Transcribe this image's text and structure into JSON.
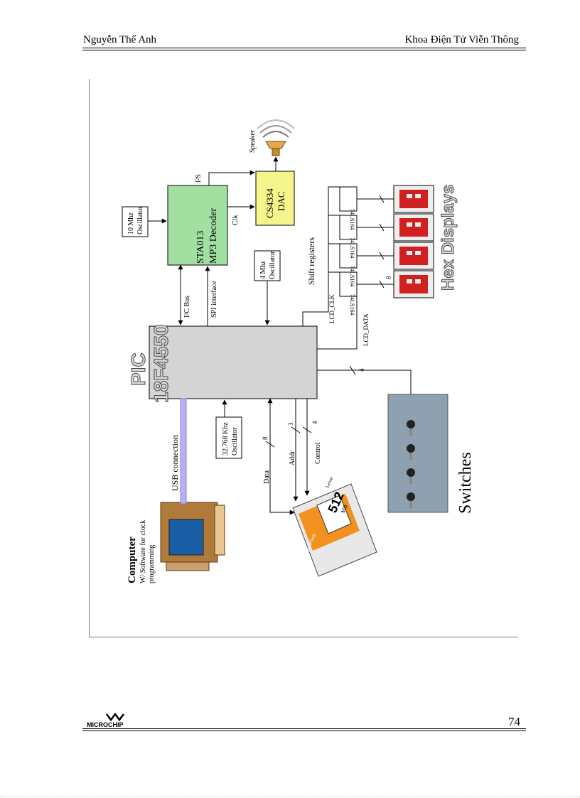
{
  "header": {
    "author": "Nguyễn Thế Anh",
    "department": "Khoa Điện Tử Viễn Thông"
  },
  "footer": {
    "logo_text": "MICROCHIP",
    "page_number": "74"
  },
  "diagram": {
    "pic_title": "PIC",
    "pic_model": "18F4550",
    "computer_title": "Computer",
    "computer_subtitle_1": "W/ Software for clock",
    "computer_subtitle_2": "programming",
    "usb_label": "USB connection",
    "osc32_line1": "32.768 Khz",
    "osc32_line2": "Oscillator",
    "osc10_line1": "10 Mhz",
    "osc10_line2": "Oscillator",
    "osc4_line1": "4 Mhz",
    "osc4_line2": "Oscillator",
    "sta_line1": "STA013",
    "sta_line2": "MP3 Decoder",
    "dac_line1": "CS4334",
    "dac_line2": "DAC",
    "speaker_label": "Speaker",
    "i2c_label": "I²C Bus",
    "spi_label": "SPI interface",
    "i2s_label": "I²S",
    "clk_label": "Clk",
    "shift_label": "Shift registers",
    "shift_chip": "74LS164",
    "lcd_clk": "LCD_CLK",
    "lcd_data": "LCD_DATA",
    "bus8": "8",
    "bus4": "4",
    "bus3": "3",
    "data_label": "Data",
    "addr_label": "Addr",
    "control_label": "Control",
    "hex_label": "Hex Displays",
    "switches_label": "Switches",
    "cf_brand": "CompactFlash",
    "cf_size": "512",
    "cf_unit": "MB",
    "cf_maker": "Lexar"
  }
}
